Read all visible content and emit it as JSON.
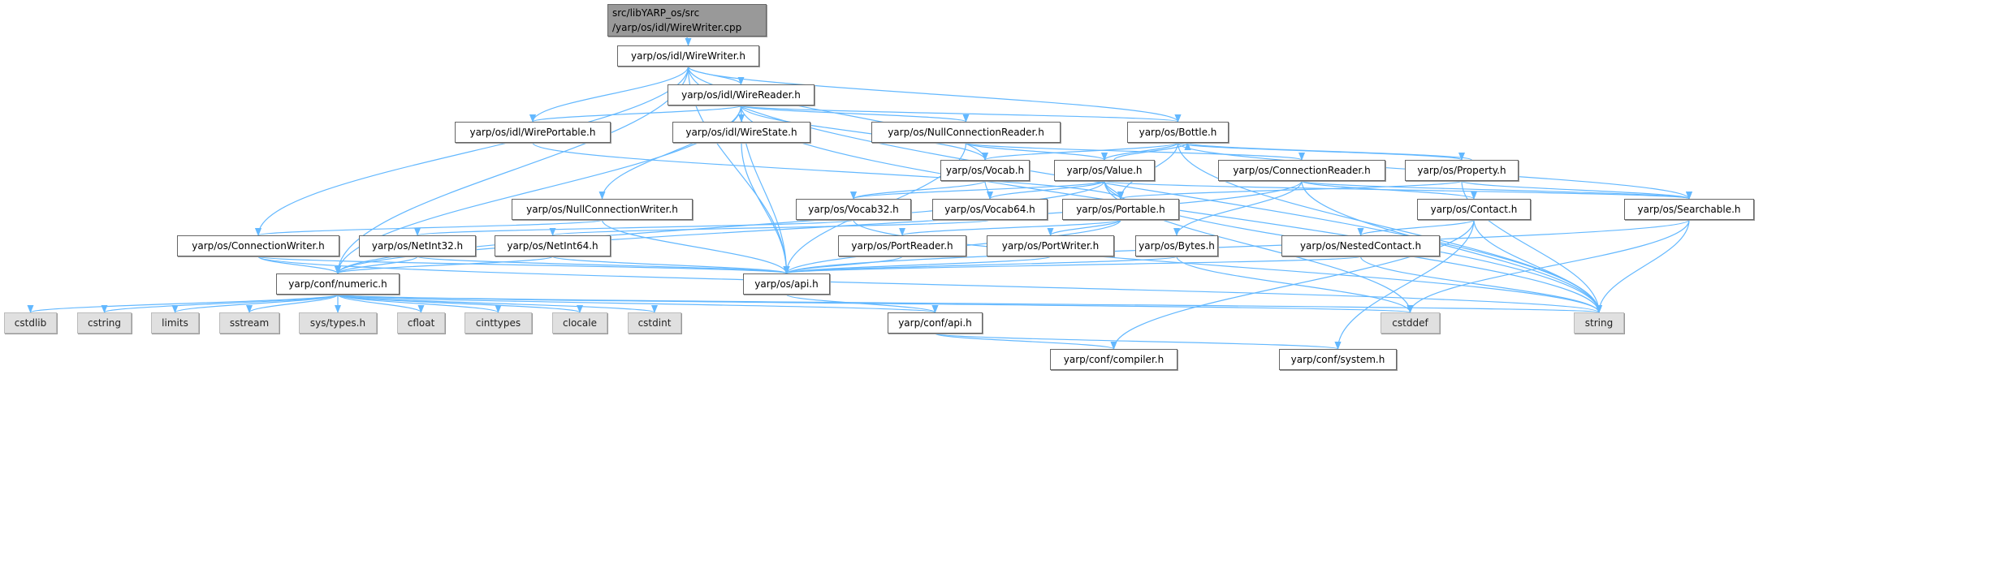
{
  "colors": {
    "edge": "#63b8ff",
    "root_fill": "#999999",
    "node_fill": "#ffffff",
    "system_fill": "#e0e0e0"
  },
  "nodes": [
    {
      "id": "root",
      "label": "src/libYARP_os/src\n/yarp/os/idl/WireWriter.cpp",
      "kind": "root"
    },
    {
      "id": "WireWriter",
      "label": "yarp/os/idl/WireWriter.h",
      "kind": "file"
    },
    {
      "id": "WireReader",
      "label": "yarp/os/idl/WireReader.h",
      "kind": "file"
    },
    {
      "id": "WirePortable",
      "label": "yarp/os/idl/WirePortable.h",
      "kind": "file"
    },
    {
      "id": "WireState",
      "label": "yarp/os/idl/WireState.h",
      "kind": "file"
    },
    {
      "id": "NullConnectionReader",
      "label": "yarp/os/NullConnectionReader.h",
      "kind": "file"
    },
    {
      "id": "Bottle",
      "label": "yarp/os/Bottle.h",
      "kind": "file"
    },
    {
      "id": "Vocab",
      "label": "yarp/os/Vocab.h",
      "kind": "file"
    },
    {
      "id": "Value",
      "label": "yarp/os/Value.h",
      "kind": "file"
    },
    {
      "id": "ConnectionReader",
      "label": "yarp/os/ConnectionReader.h",
      "kind": "file"
    },
    {
      "id": "Property",
      "label": "yarp/os/Property.h",
      "kind": "file"
    },
    {
      "id": "NullConnectionWriter",
      "label": "yarp/os/NullConnectionWriter.h",
      "kind": "file"
    },
    {
      "id": "Vocab32",
      "label": "yarp/os/Vocab32.h",
      "kind": "file"
    },
    {
      "id": "Vocab64",
      "label": "yarp/os/Vocab64.h",
      "kind": "file"
    },
    {
      "id": "Portable",
      "label": "yarp/os/Portable.h",
      "kind": "file"
    },
    {
      "id": "Contact",
      "label": "yarp/os/Contact.h",
      "kind": "file"
    },
    {
      "id": "Searchable",
      "label": "yarp/os/Searchable.h",
      "kind": "file"
    },
    {
      "id": "ConnectionWriter",
      "label": "yarp/os/ConnectionWriter.h",
      "kind": "file"
    },
    {
      "id": "NetInt32",
      "label": "yarp/os/NetInt32.h",
      "kind": "file"
    },
    {
      "id": "NetInt64",
      "label": "yarp/os/NetInt64.h",
      "kind": "file"
    },
    {
      "id": "PortReader",
      "label": "yarp/os/PortReader.h",
      "kind": "file"
    },
    {
      "id": "PortWriter",
      "label": "yarp/os/PortWriter.h",
      "kind": "file"
    },
    {
      "id": "Bytes",
      "label": "yarp/os/Bytes.h",
      "kind": "file"
    },
    {
      "id": "NestedContact",
      "label": "yarp/os/NestedContact.h",
      "kind": "file"
    },
    {
      "id": "numeric",
      "label": "yarp/conf/numeric.h",
      "kind": "file"
    },
    {
      "id": "osapi",
      "label": "yarp/os/api.h",
      "kind": "file"
    },
    {
      "id": "cstdlib",
      "label": "cstdlib",
      "kind": "sys"
    },
    {
      "id": "cstring",
      "label": "cstring",
      "kind": "sys"
    },
    {
      "id": "limits",
      "label": "limits",
      "kind": "sys"
    },
    {
      "id": "sstream",
      "label": "sstream",
      "kind": "sys"
    },
    {
      "id": "systypes",
      "label": "sys/types.h",
      "kind": "sys"
    },
    {
      "id": "cfloat",
      "label": "cfloat",
      "kind": "sys"
    },
    {
      "id": "cinttypes",
      "label": "cinttypes",
      "kind": "sys"
    },
    {
      "id": "clocale",
      "label": "clocale",
      "kind": "sys"
    },
    {
      "id": "cstdint",
      "label": "cstdint",
      "kind": "sys"
    },
    {
      "id": "confapi",
      "label": "yarp/conf/api.h",
      "kind": "file"
    },
    {
      "id": "cstddef",
      "label": "cstddef",
      "kind": "sys"
    },
    {
      "id": "string",
      "label": "string",
      "kind": "sys"
    },
    {
      "id": "compiler",
      "label": "yarp/conf/compiler.h",
      "kind": "file"
    },
    {
      "id": "system",
      "label": "yarp/conf/system.h",
      "kind": "file"
    }
  ],
  "edges": [
    [
      "root",
      "WireWriter"
    ],
    [
      "WireWriter",
      "WireReader"
    ],
    [
      "WireWriter",
      "WirePortable"
    ],
    [
      "WireWriter",
      "Bottle"
    ],
    [
      "WireWriter",
      "Vocab"
    ],
    [
      "WireWriter",
      "osapi"
    ],
    [
      "WireWriter",
      "numeric"
    ],
    [
      "WireWriter",
      "ConnectionWriter"
    ],
    [
      "WireWriter",
      "string"
    ],
    [
      "WireReader",
      "WirePortable"
    ],
    [
      "WireReader",
      "WireState"
    ],
    [
      "WireReader",
      "NullConnectionReader"
    ],
    [
      "WireReader",
      "Bottle"
    ],
    [
      "WireReader",
      "Vocab"
    ],
    [
      "WireReader",
      "NullConnectionWriter"
    ],
    [
      "WireReader",
      "numeric"
    ],
    [
      "WireReader",
      "string"
    ],
    [
      "WireReader",
      "osapi"
    ],
    [
      "WirePortable",
      "Portable"
    ],
    [
      "WireState",
      "osapi"
    ],
    [
      "NullConnectionReader",
      "ConnectionReader"
    ],
    [
      "NullConnectionReader",
      "Value"
    ],
    [
      "NullConnectionReader",
      "osapi"
    ],
    [
      "Bottle",
      "Vocab"
    ],
    [
      "Bottle",
      "Value"
    ],
    [
      "Bottle",
      "Portable"
    ],
    [
      "Bottle",
      "Property"
    ],
    [
      "Bottle",
      "Searchable"
    ],
    [
      "Bottle",
      "string"
    ],
    [
      "Value",
      "Bottle"
    ],
    [
      "Value",
      "Vocab32"
    ],
    [
      "Value",
      "Vocab64"
    ],
    [
      "Value",
      "Portable"
    ],
    [
      "Value",
      "Searchable"
    ],
    [
      "Value",
      "numeric"
    ],
    [
      "Value",
      "cstddef"
    ],
    [
      "Value",
      "string"
    ],
    [
      "Vocab",
      "Vocab32"
    ],
    [
      "Vocab",
      "Vocab64"
    ],
    [
      "ConnectionReader",
      "Bytes"
    ],
    [
      "ConnectionReader",
      "Contact"
    ],
    [
      "ConnectionReader",
      "Searchable"
    ],
    [
      "ConnectionReader",
      "numeric"
    ],
    [
      "ConnectionReader",
      "string"
    ],
    [
      "Property",
      "Bottle"
    ],
    [
      "Property",
      "Searchable"
    ],
    [
      "Property",
      "Portable"
    ],
    [
      "Property",
      "string"
    ],
    [
      "Vocab32",
      "NetInt32"
    ],
    [
      "Vocab32",
      "string"
    ],
    [
      "Vocab64",
      "NetInt64"
    ],
    [
      "Portable",
      "PortReader"
    ],
    [
      "Portable",
      "PortWriter"
    ],
    [
      "Portable",
      "osapi"
    ],
    [
      "NullConnectionWriter",
      "ConnectionWriter"
    ],
    [
      "NullConnectionWriter",
      "osapi"
    ],
    [
      "Contact",
      "NestedContact"
    ],
    [
      "Contact",
      "compiler"
    ],
    [
      "Contact",
      "system"
    ],
    [
      "Contact",
      "string"
    ],
    [
      "Searchable",
      "osapi"
    ],
    [
      "Searchable",
      "cstddef"
    ],
    [
      "Searchable",
      "string"
    ],
    [
      "ConnectionWriter",
      "numeric"
    ],
    [
      "ConnectionWriter",
      "osapi"
    ],
    [
      "ConnectionWriter",
      "string"
    ],
    [
      "NetInt32",
      "numeric"
    ],
    [
      "NetInt32",
      "osapi"
    ],
    [
      "NetInt64",
      "numeric"
    ],
    [
      "NetInt64",
      "osapi"
    ],
    [
      "PortReader",
      "osapi"
    ],
    [
      "PortWriter",
      "osapi"
    ],
    [
      "Bytes",
      "osapi"
    ],
    [
      "Bytes",
      "cstddef"
    ],
    [
      "NestedContact",
      "osapi"
    ],
    [
      "NestedContact",
      "string"
    ],
    [
      "numeric",
      "cstdlib"
    ],
    [
      "numeric",
      "cstring"
    ],
    [
      "numeric",
      "limits"
    ],
    [
      "numeric",
      "sstream"
    ],
    [
      "numeric",
      "systypes"
    ],
    [
      "numeric",
      "cfloat"
    ],
    [
      "numeric",
      "cinttypes"
    ],
    [
      "numeric",
      "clocale"
    ],
    [
      "numeric",
      "cstdint"
    ],
    [
      "numeric",
      "confapi"
    ],
    [
      "numeric",
      "cstddef"
    ],
    [
      "numeric",
      "string"
    ],
    [
      "osapi",
      "confapi"
    ],
    [
      "confapi",
      "compiler"
    ],
    [
      "confapi",
      "system"
    ]
  ]
}
